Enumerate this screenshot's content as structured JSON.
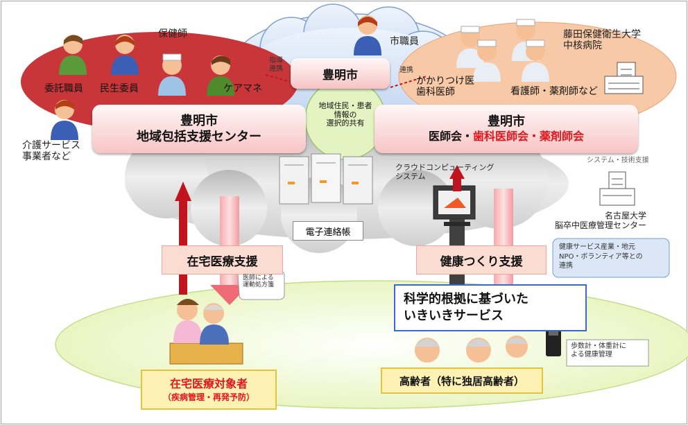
{
  "roles": {
    "hokenshi": "保健師",
    "itaku": "委託職員",
    "minsei": "民生委員",
    "caremana": "ケアマネ",
    "kaigo": "介護サービス\n事業者など",
    "shishokuin": "市職員",
    "kakaritsuke": "かかりつけ医\n歯科医師",
    "kango": "看護師・薬剤師など",
    "fujita": "藤田保健衛生大学\n中核病院"
  },
  "boxes": {
    "city": "豊明市",
    "center": "豊明市\n地域包括支援センター",
    "ishikai_1": "豊明市",
    "ishikai_2a": "医師会・",
    "ishikai_2b": "歯科医師会・薬剤師会",
    "share": "地域住民・患者\n情報の\n選択的共有",
    "renraku": "電子連絡帳",
    "zaitaku_shien": "在宅医療支援",
    "kenko_shien": "健康つくり支援",
    "kagaku": "科学的根拠に基づいた\nいきいきサービス",
    "zaitaku_target_1": "在宅医療対象者",
    "zaitaku_target_2": "（疾病管理・再発予防）",
    "koreisha": "高齢者（特に独居高齢者）"
  },
  "labels": {
    "shido": "指導\n連携",
    "renkei": "連携",
    "cloud": "クラウドコンピューティング\nシステム",
    "system_shien": "システム・技術支援",
    "nagoya": "名古屋大学\n脳卒中医療管理センター",
    "kenko_service": "健康サービス産業・地元\nNPO・ボランティア等との\n連携",
    "ishi_shohou": "医師による\n運動処方箋",
    "hosukei": "歩数計・体重計に\nよる健康管理"
  },
  "colors": {
    "red_region": "#c8363a",
    "orange_region": "#f8c9a6",
    "cloud_blue": "#cfe0f5",
    "gray_cloud": "#d7d7d7",
    "green_oval": "#eef7c8",
    "text_red": "#e8141c"
  }
}
